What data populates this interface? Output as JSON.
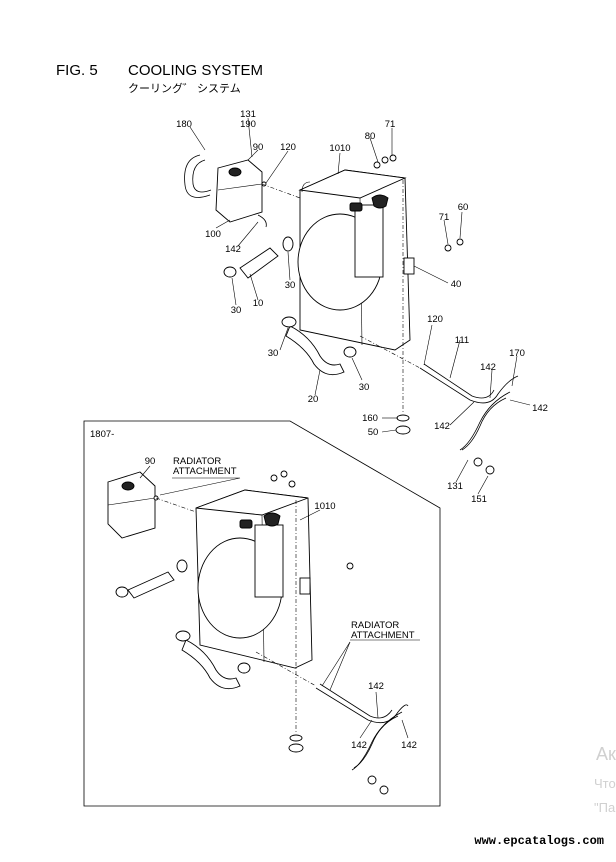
{
  "figure": {
    "number": "FIG. 5",
    "title": "COOLING SYSTEM",
    "subtitle_jp": "クーリング゛ システム"
  },
  "labels_main": [
    "180",
    "131",
    "190",
    "90",
    "120",
    "1010",
    "80",
    "71",
    "71",
    "60",
    "100",
    "142",
    "30",
    "10",
    "30",
    "40",
    "30",
    "20",
    "30",
    "120",
    "111",
    "142",
    "170",
    "142",
    "160",
    "50",
    "142",
    "131",
    "151"
  ],
  "inset": {
    "serial": "1807-",
    "label_90": "90",
    "radiator_attachment_1": "RADIATOR\nATTACHMENT",
    "radiator_attachment_1_line1": "RADIATOR",
    "radiator_attachment_1_line2": "ATTACHMENT",
    "radiator_attachment_2_line1": "RADIATOR",
    "radiator_attachment_2_line2": "ATTACHMENT",
    "label_1010": "1010",
    "label_142a": "142",
    "label_142b": "142",
    "label_142c": "142"
  },
  "footer": {
    "url": "www.epcatalogs.com"
  },
  "watermark": {
    "line1": "Ак",
    "line2": "Что",
    "line3": "\"Па"
  }
}
